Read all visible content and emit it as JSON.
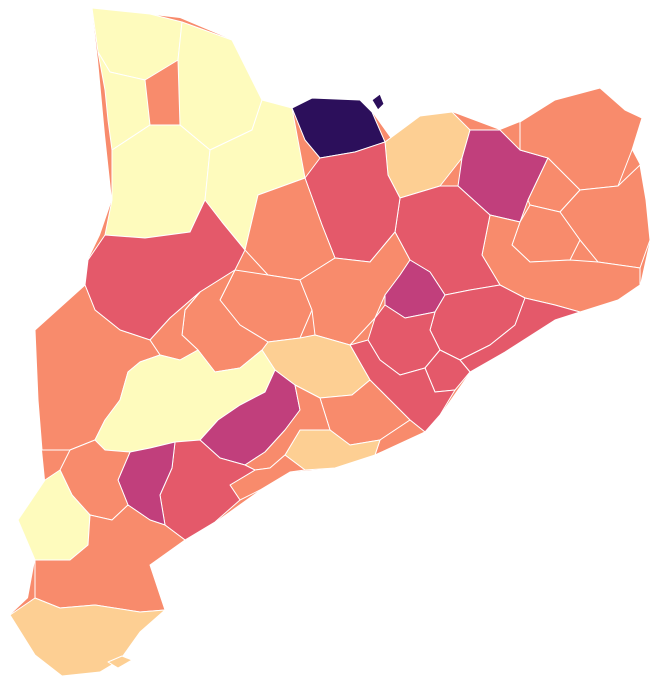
{
  "map": {
    "type": "choropleth",
    "region_set": "comarques",
    "palette": {
      "lightest": "#fefbbd",
      "light": "#fdcf93",
      "medium": "#f88b6c",
      "dark": "#e4596a",
      "darker": "#c13f7c",
      "darkest": "#2c0f5b",
      "background": "#ffffff",
      "border": "#ffffff"
    },
    "regions": [
      {
        "id": "r-val-daran",
        "color": "#fefbbd"
      },
      {
        "id": "r-pallars-sobira",
        "color": "#fefbbd"
      },
      {
        "id": "r-alta-ribagorca",
        "color": "#fefbbd"
      },
      {
        "id": "r-pallars-jussa",
        "color": "#fefbbd"
      },
      {
        "id": "r-alt-urgell",
        "color": "#fefbbd"
      },
      {
        "id": "r-cerdanya",
        "color": "#2c0f5b"
      },
      {
        "id": "r-llivia",
        "color": "#2c0f5b"
      },
      {
        "id": "r-ripolles",
        "color": "#fdcf93"
      },
      {
        "id": "r-garrotxa",
        "color": "#c13f7c"
      },
      {
        "id": "r-alt-emporda",
        "color": "#f88b6c"
      },
      {
        "id": "r-baix-emporda",
        "color": "#f88b6c"
      },
      {
        "id": "r-girones",
        "color": "#f88b6c"
      },
      {
        "id": "r-pla-estany",
        "color": "#f88b6c"
      },
      {
        "id": "r-selva",
        "color": "#f88b6c"
      },
      {
        "id": "r-bergueda",
        "color": "#e4596a"
      },
      {
        "id": "r-osona",
        "color": "#e4596a"
      },
      {
        "id": "r-solsones",
        "color": "#f88b6c"
      },
      {
        "id": "r-noguera",
        "color": "#e4596a"
      },
      {
        "id": "r-segarra",
        "color": "#f88b6c"
      },
      {
        "id": "r-bages",
        "color": "#f88b6c"
      },
      {
        "id": "r-moianes",
        "color": "#c13f7c"
      },
      {
        "id": "r-valles-oriental",
        "color": "#e4596a"
      },
      {
        "id": "r-maresme",
        "color": "#e4596a"
      },
      {
        "id": "r-valles-occidental",
        "color": "#e4596a"
      },
      {
        "id": "r-barcelones",
        "color": "#e4596a"
      },
      {
        "id": "r-baix-llobregat",
        "color": "#e4596a"
      },
      {
        "id": "r-anoia",
        "color": "#fdcf93"
      },
      {
        "id": "r-alt-penedes",
        "color": "#f88b6c"
      },
      {
        "id": "r-garraf",
        "color": "#f88b6c"
      },
      {
        "id": "r-baix-penedes",
        "color": "#fdcf93"
      },
      {
        "id": "r-segria",
        "color": "#f88b6c"
      },
      {
        "id": "r-pla-urgell",
        "color": "#f88b6c"
      },
      {
        "id": "r-urgell",
        "color": "#f88b6c"
      },
      {
        "id": "r-garrigues",
        "color": "#fefbbd"
      },
      {
        "id": "r-conca-barbera",
        "color": "#c13f7c"
      },
      {
        "id": "r-alt-camp",
        "color": "#f88b6c"
      },
      {
        "id": "r-tarragones",
        "color": "#f88b6c"
      },
      {
        "id": "r-priorat",
        "color": "#c13f7c"
      },
      {
        "id": "r-baix-camp",
        "color": "#e4596a"
      },
      {
        "id": "r-ribera-ebre",
        "color": "#f88b6c"
      },
      {
        "id": "r-terra-alta",
        "color": "#fefbbd"
      },
      {
        "id": "r-baix-ebre",
        "color": "#f88b6c"
      },
      {
        "id": "r-montsia",
        "color": "#fdcf93"
      }
    ]
  }
}
